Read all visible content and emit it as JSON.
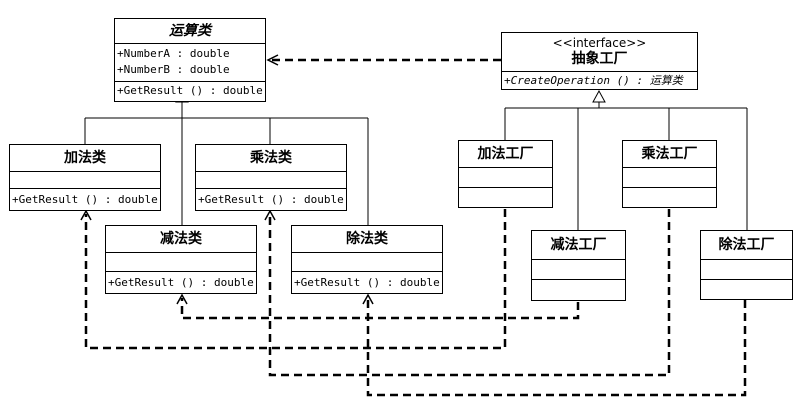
{
  "operation": {
    "name": "运算类",
    "attributes": [
      "+NumberA  : double",
      "+NumberB  : double"
    ],
    "methods": [
      "+GetResult () : double"
    ]
  },
  "factory_interface": {
    "stereotype": "<<interface>>",
    "name": "抽象工厂",
    "methods": [
      "+CreateOperation () : 运算类"
    ]
  },
  "ops": {
    "add": {
      "name": "加法类",
      "method": "+GetResult () : double"
    },
    "sub": {
      "name": "减法类",
      "method": "+GetResult () : double"
    },
    "mul": {
      "name": "乘法类",
      "method": "+GetResult () : double"
    },
    "div": {
      "name": "除法类",
      "method": "+GetResult () : double"
    }
  },
  "factories": {
    "add": {
      "name": "加法工厂"
    },
    "sub": {
      "name": "减法工厂"
    },
    "mul": {
      "name": "乘法工厂"
    },
    "div": {
      "name": "除法工厂"
    }
  }
}
